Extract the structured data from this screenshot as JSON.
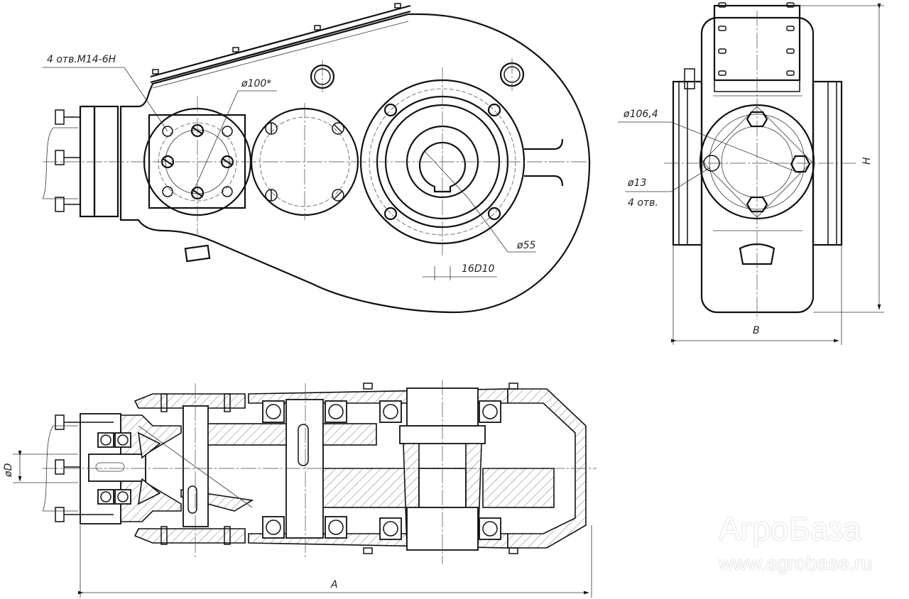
{
  "drawing": {
    "title": "Gearbox assembly drawing",
    "views": [
      "front-view",
      "side-view",
      "section-view"
    ],
    "colors": {
      "line": "#111111",
      "background": "#ffffff",
      "watermark_outline": "#c8c8c8"
    }
  },
  "annotations": {
    "holes_thread": "4 отв.М14-6Н",
    "bolt_circle_front": "ø100*",
    "shaft_diameter": "ø55",
    "key_width": "16D10",
    "bolt_circle_side": "ø106,4",
    "side_hole_diameter": "ø13",
    "side_hole_count": "4 отв.",
    "dim_height": "H",
    "dim_width": "B",
    "dim_length": "A",
    "dim_input_shaft": "øD"
  },
  "watermark": {
    "brand": "АгроБаза",
    "url": "www.agrobase.ru"
  }
}
